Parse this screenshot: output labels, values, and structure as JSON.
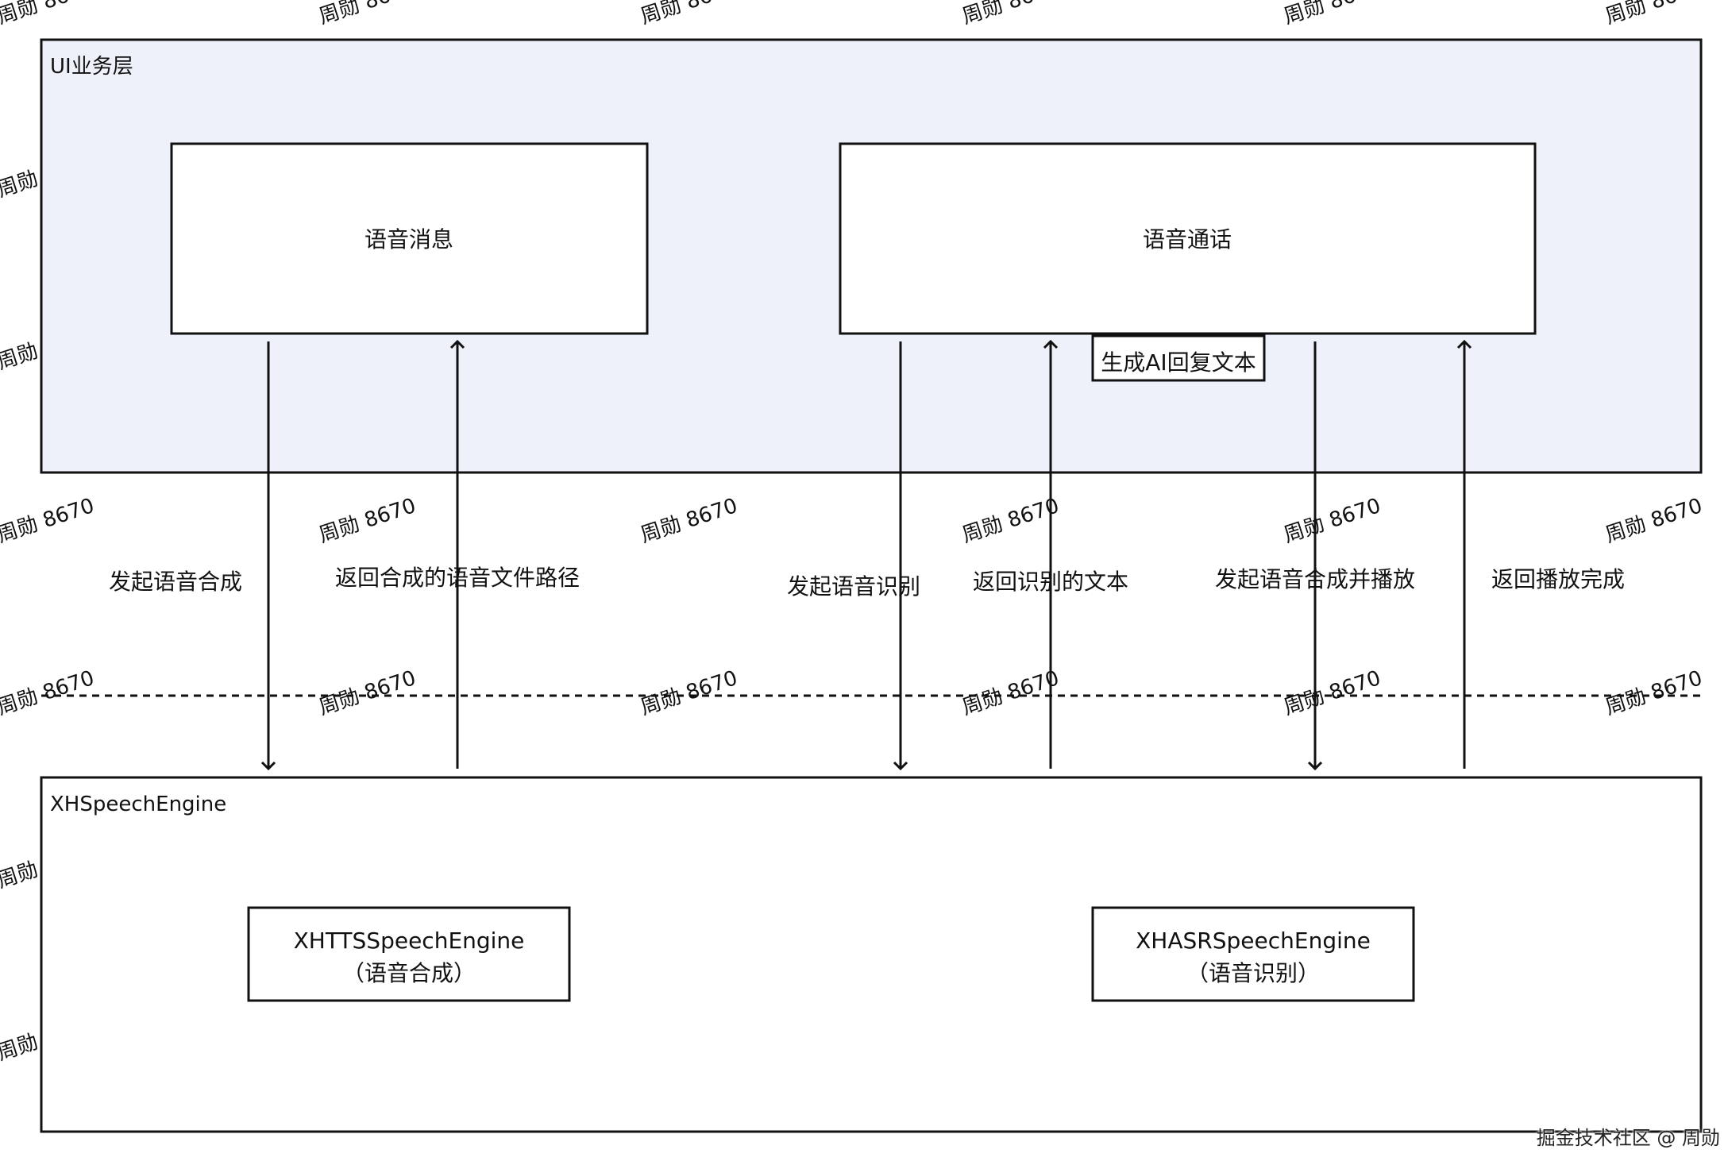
{
  "watermark": "周勋 8670",
  "credit": "掘金技术社区 @ 周勋",
  "ui_layer": {
    "label": "UI业务层",
    "voice_message": "语音消息",
    "voice_call": "语音通话",
    "generate_ai_reply": "生成AI回复文本"
  },
  "flows": {
    "start_synthesis": "发起语音合成",
    "return_synth_path": "返回合成的语音文件路径",
    "start_recognition": "发起语音识别",
    "return_recognized_text": "返回识别的文本",
    "synth_and_play": "发起语音合成并播放",
    "return_play_done": "返回播放完成"
  },
  "engine_layer": {
    "label": "XHSpeechEngine",
    "tts": {
      "name": "XHTTSSpeechEngine",
      "desc": "（语音合成）"
    },
    "asr": {
      "name": "XHASRSpeechEngine",
      "desc": "（语音识别）"
    }
  },
  "colors": {
    "ui_layer_fill": "#eef1fa",
    "stroke": "#111111",
    "watermark": "#d8d8d8"
  }
}
